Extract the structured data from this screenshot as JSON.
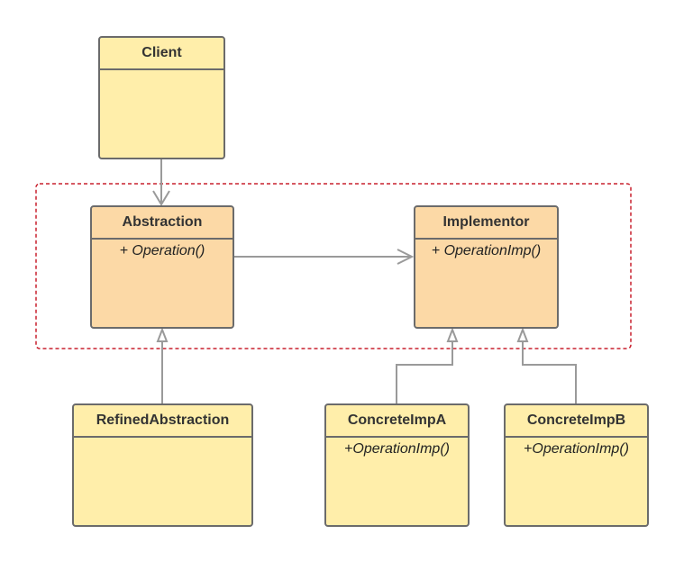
{
  "classes": {
    "client": {
      "name": "Client",
      "operations": []
    },
    "abstraction": {
      "name": "Abstraction",
      "operations": [
        "+ Operation()"
      ]
    },
    "implementor": {
      "name": "Implementor",
      "operations": [
        "+ OperationImp()"
      ]
    },
    "refined_abstraction": {
      "name": "RefinedAbstraction",
      "operations": []
    },
    "concrete_imp_a": {
      "name": "ConcreteImpA",
      "operations": [
        "+OperationImp()"
      ]
    },
    "concrete_imp_b": {
      "name": "ConcreteImpB",
      "operations": [
        "+OperationImp()"
      ]
    }
  },
  "relationships": [
    {
      "from": "client",
      "to": "abstraction",
      "type": "association"
    },
    {
      "from": "abstraction",
      "to": "implementor",
      "type": "association"
    },
    {
      "from": "refined_abstraction",
      "to": "abstraction",
      "type": "generalization"
    },
    {
      "from": "concrete_imp_a",
      "to": "implementor",
      "type": "generalization"
    },
    {
      "from": "concrete_imp_b",
      "to": "implementor",
      "type": "generalization"
    }
  ],
  "colors": {
    "yellow_fill": "#ffeeaa",
    "orange_fill": "#fcd9a6",
    "border": "#6b6b6b",
    "connector": "#9a9a9a",
    "group_dashed": "#c8202e"
  }
}
